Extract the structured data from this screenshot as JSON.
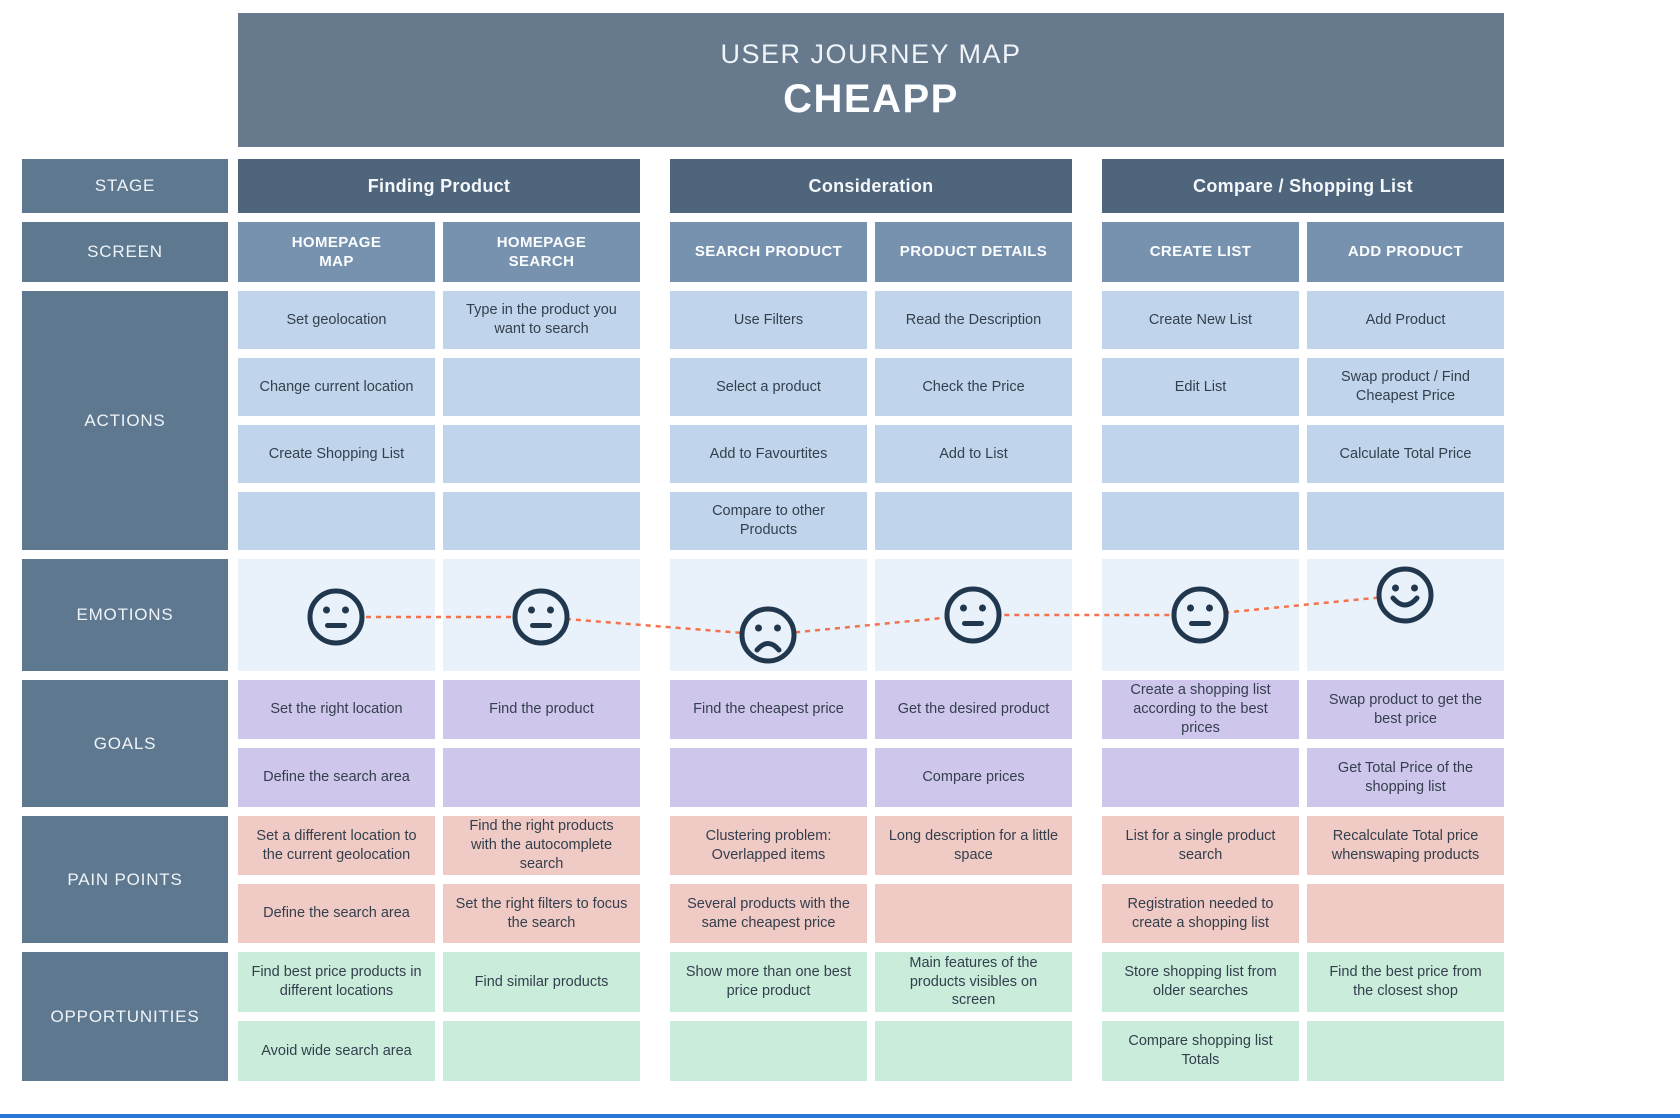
{
  "banner": {
    "subtitle": "USER JOURNEY MAP",
    "title": "CHEAPP"
  },
  "row_labels": {
    "stage": "STAGE",
    "screen": "SCREEN",
    "actions": "ACTIONS",
    "emotions": "EMOTIONS",
    "goals": "GOALS",
    "pain_points": "PAIN POINTS",
    "opportunities": "OPPORTUNITIES"
  },
  "stages": [
    {
      "label": "Finding Product"
    },
    {
      "label": "Consideration"
    },
    {
      "label": "Compare / Shopping List"
    }
  ],
  "screens": [
    "HOMEPAGE\nMAP",
    "HOMEPAGE\nSEARCH",
    "SEARCH PRODUCT",
    "PRODUCT DETAILS",
    "CREATE LIST",
    "ADD PRODUCT"
  ],
  "actions": {
    "rows": [
      [
        "Set geolocation",
        "Type in the product you want to search",
        "Use Filters",
        "Read the Description",
        "Create New List",
        "Add Product"
      ],
      [
        "Change current location",
        "",
        "Select a product",
        "Check the Price",
        "Edit List",
        "Swap product / Find Cheapest Price"
      ],
      [
        "Create Shopping List",
        "",
        "Add to Favourtites",
        "Add to List",
        "",
        "Calculate Total Price"
      ],
      [
        "",
        "",
        "Compare to other Products",
        "",
        "",
        ""
      ]
    ]
  },
  "emotions": {
    "faces": [
      "neutral",
      "neutral",
      "sad",
      "neutral",
      "neutral",
      "happy"
    ]
  },
  "goals": {
    "rows": [
      [
        "Set the right location",
        "Find the product",
        "Find the cheapest price",
        "Get the desired product",
        "Create a shopping list according to the best prices",
        "Swap product to get the best price"
      ],
      [
        "Define the search area",
        "",
        "",
        "Compare prices",
        "",
        "Get Total Price of the shopping list"
      ]
    ]
  },
  "pain_points": {
    "rows": [
      [
        "Set a different location to the current geolocation",
        "Find the right products with the autocomplete search",
        "Clustering problem: Overlapped items",
        "Long description for a little space",
        "List for a single product search",
        "Recalculate Total price whenswaping products"
      ],
      [
        "Define the search area",
        "Set the right filters to focus the search",
        "Several products with the same cheapest price",
        "",
        "Registration needed to create a shopping list",
        ""
      ]
    ]
  },
  "opportunities": {
    "rows": [
      [
        "Find best price products in different locations",
        "Find similar products",
        "Show more than one best price product",
        "Main features of the products visibles on screen",
        "Store shopping list from older searches",
        "Find the best price from the closest shop"
      ],
      [
        "Avoid wide search area",
        "",
        "",
        "",
        "Compare shopping list Totals",
        ""
      ]
    ]
  },
  "colors": {
    "banner_bg": "#67798D",
    "label_bg": "#5E7890",
    "stage_bg": "#4E657C",
    "screen_bg": "#7792AE",
    "action_cell": "#C0D5EB",
    "emotion_cell": "#E9F2FB",
    "goal_cell": "#CFC6EC",
    "pain_cell": "#F0CAC4",
    "opportunity_cell": "#CAECDB",
    "face": "#21374D",
    "emotion_line": "#F4734D",
    "bottom_bar": "#2677D8"
  }
}
